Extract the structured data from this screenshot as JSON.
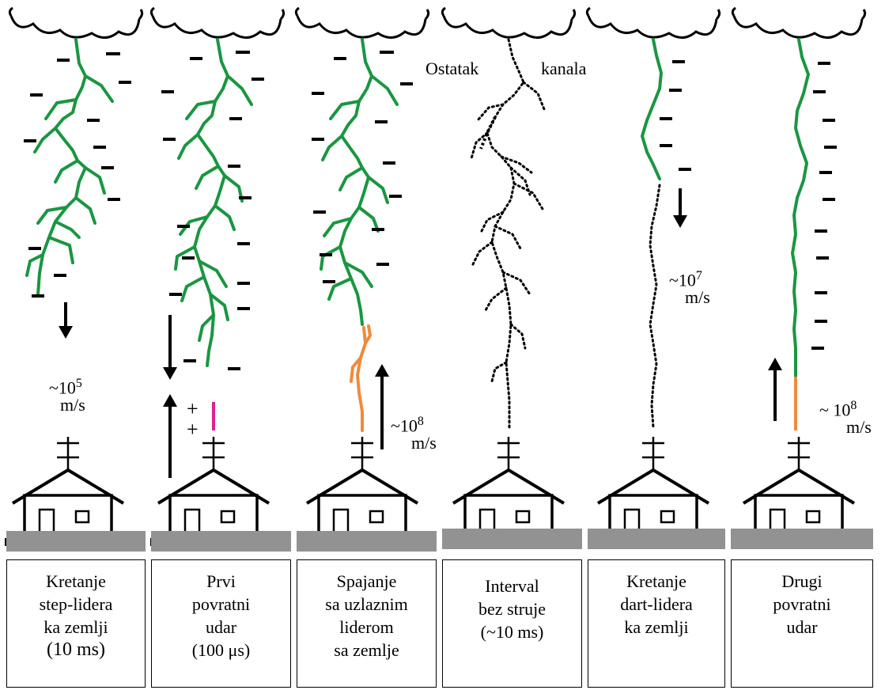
{
  "panels": [
    {
      "id": "step-leader",
      "caption": "Kretanje\nstep-lidera\nka zemlji",
      "time": "(10 ms)",
      "speed_prefix": "~10",
      "speed_exp": "5",
      "speed_unit": "m/s"
    },
    {
      "id": "first-return-stroke",
      "caption": "Prvi\npovratni\nudar",
      "time": "(100  μs)",
      "charges": "+\n+"
    },
    {
      "id": "connecting",
      "caption": "Spajanje\nsa uzlaznim\nliderom\nsa zemlje",
      "speed_prefix": "~10",
      "speed_exp": "8",
      "speed_unit": "m/s"
    },
    {
      "id": "interval",
      "caption": "Interval\nbez  struje\n(~10  ms)",
      "label_left": "Ostatak",
      "label_right": "kanala"
    },
    {
      "id": "dart-leader",
      "caption": "Kretanje\ndart-lidera\nka zemlji",
      "speed_prefix": "~10",
      "speed_exp": "7",
      "speed_unit": "m/s"
    },
    {
      "id": "second-return-stroke",
      "caption": "Drugi\npovratni\nudar",
      "speed_prefix": "~ 10",
      "speed_exp": "8",
      "speed_unit": "m/s"
    }
  ],
  "colors": {
    "leader": "#1a9641",
    "upward_leader": "#f08a3c",
    "return_stroke_start": "#e0208c",
    "ink": "#000000",
    "ground_bar": "#929292"
  }
}
